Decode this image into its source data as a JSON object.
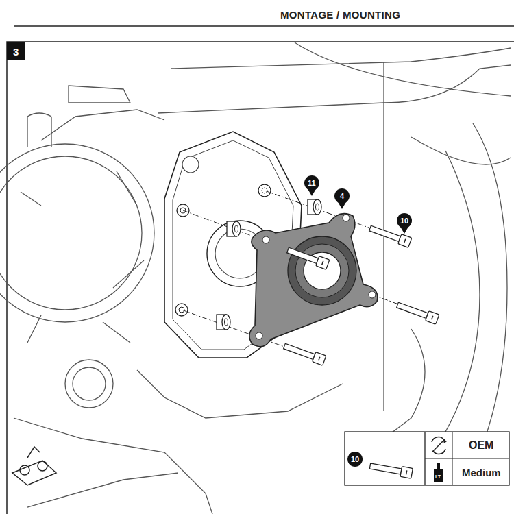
{
  "diagram": {
    "title": "MONTAGE / MOUNTING",
    "labels": [
      "3",
      "11",
      "4",
      "10",
      "10",
      "OEM",
      "LT",
      "Medium"
    ]
  }
}
